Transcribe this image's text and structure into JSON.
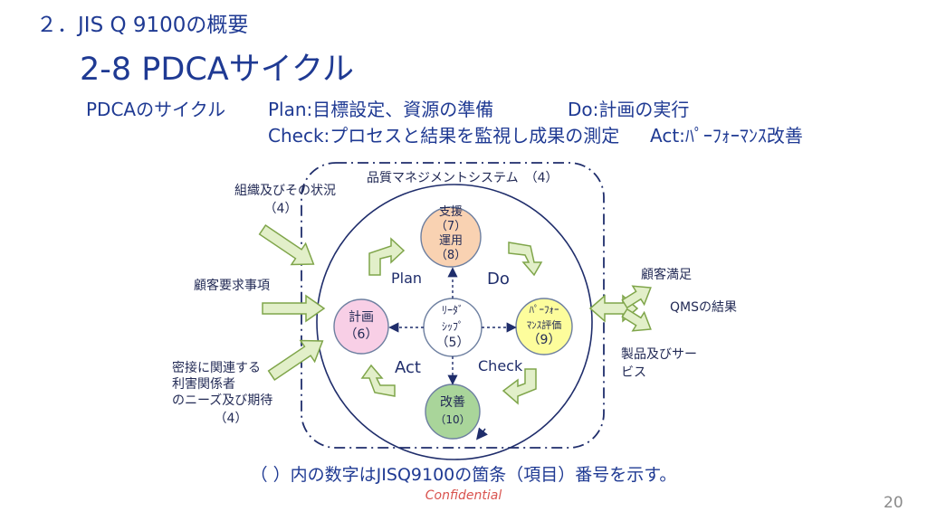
{
  "header": {
    "section": "２．JIS Q 9100の概要",
    "title": "2-8  PDCAサイクル"
  },
  "summary": {
    "label": "PDCAのサイクル",
    "plan": "Plan:目標設定、資源の準備",
    "do": "Do:計画の実行",
    "check": "Check:プロセスと結果を監視し成果の測定",
    "act": "Act:ﾊﾟｰﾌｫｰﾏﾝｽ改善"
  },
  "diagram": {
    "qms_label": "品質マネジメントシステム　（4）",
    "inputs": {
      "org": [
        "組織及びその状況",
        "（4）"
      ],
      "customer": "顧客要求事項",
      "parties": [
        "密接に関連する",
        "利害関係者",
        "のニーズ及び期待",
        "（4）"
      ]
    },
    "outputs": {
      "satisfaction": "顧客満足",
      "qms_result": "QMSの結果",
      "products": [
        "製品及びサー",
        "ビス"
      ]
    },
    "phases": {
      "plan": "Plan",
      "do": "Do",
      "check": "Check",
      "act": "Act"
    },
    "nodes": {
      "support": [
        "支援",
        "（7）",
        "運用",
        "（8）"
      ],
      "planning": [
        "計画",
        "（6）"
      ],
      "leadership": [
        "ﾘｰﾀﾞ",
        "ｼｯﾌﾟ",
        "（5）"
      ],
      "evaluation": [
        "ﾊﾟｰﾌｫｰ",
        "ﾏﾝｽ評価",
        "（9）"
      ],
      "improvement": [
        "改善",
        "（10）"
      ]
    },
    "colors": {
      "support": "#f9d2b2",
      "planning": "#f8cfe6",
      "leadership": "#ffffff",
      "evaluation": "#fdfd9c",
      "improvement": "#a9d59a",
      "arrow_fill": "#e2efc9",
      "arrow_stroke": "#7fa54a",
      "frame": "#1f2d6b"
    }
  },
  "footer": {
    "note": "（  ）内の数字はJISQ9100の箇条（項目）番号を示す。",
    "confidential": "Confidential",
    "page": "20"
  }
}
